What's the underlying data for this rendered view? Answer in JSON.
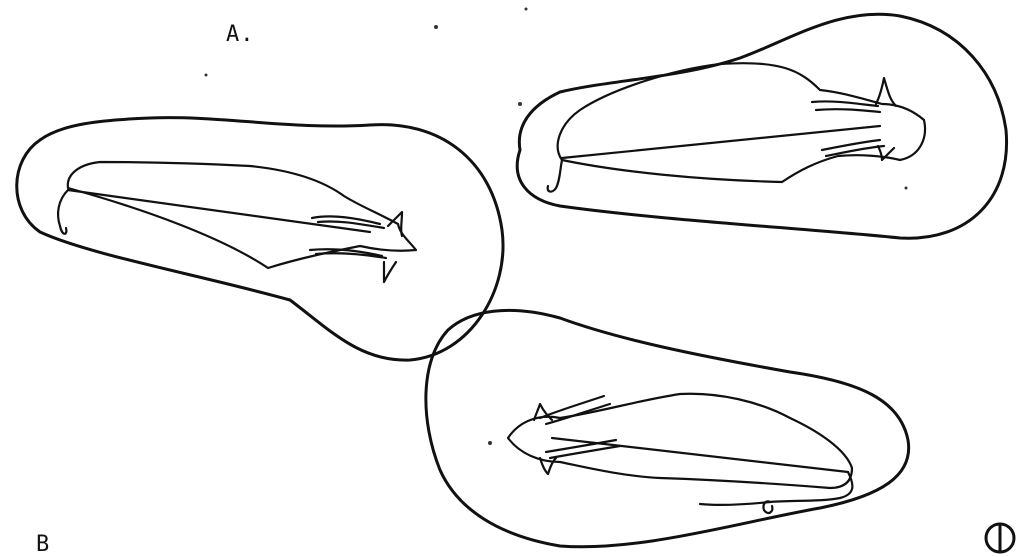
{
  "labels": {
    "a": "A.",
    "b": "B"
  },
  "colors": {
    "ink": "#111111",
    "paper": "#ffffff"
  },
  "figures": [
    {
      "name": "animal-drawing-left",
      "orientation": "facing-right"
    },
    {
      "name": "animal-drawing-right",
      "orientation": "facing-right"
    },
    {
      "name": "animal-drawing-bottom",
      "orientation": "facing-left"
    }
  ]
}
